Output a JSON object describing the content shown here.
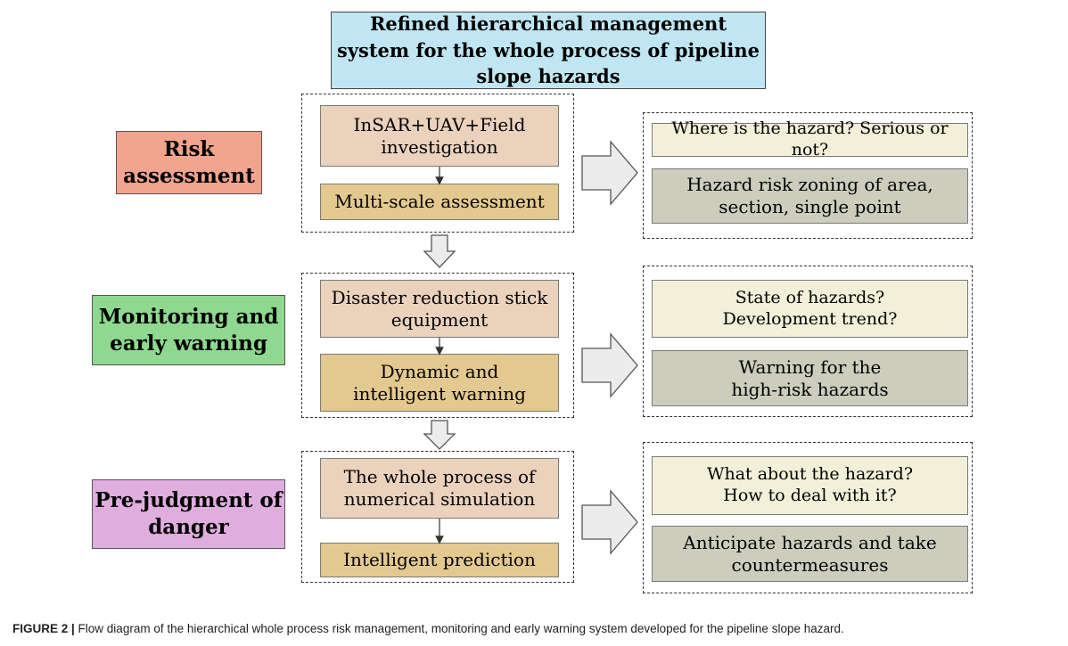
{
  "title": "Refined hierarchical management system for the whole process of pipeline slope hazards",
  "colors": {
    "title_bg": "#bfe6f2",
    "risk_bg": "#f2a48f",
    "monitor_bg": "#8ed98f",
    "prejudge_bg": "#dfaede",
    "step_top_bg": "#ead2bd",
    "step_bottom_bg": "#e3c98f",
    "question_bg": "#f2f0d8",
    "answer_bg": "#cdcdbe"
  },
  "stages": [
    {
      "label": "Risk\nassessment",
      "step_top": "InSAR+UAV+Field\ninvestigation",
      "step_bottom": "Multi-scale assessment",
      "question": "Where is the hazard? Serious or not?",
      "answer": "Hazard risk zoning of area,\nsection, single point"
    },
    {
      "label": "Monitoring and\nearly warning",
      "step_top": "Disaster reduction stick\nequipment",
      "step_bottom": "Dynamic  and\nintelligent  warning",
      "question": "State of hazards?\nDevelopment trend?",
      "answer": "Warning for the\nhigh-risk hazards"
    },
    {
      "label": "Pre-judgment of\ndanger",
      "step_top": "The whole process of\nnumerical simulation",
      "step_bottom": "Intelligent prediction",
      "question": "What about the hazard?\nHow to deal with it?",
      "answer": "Anticipate hazards and take\ncountermeasures"
    }
  ],
  "caption": {
    "label": "FIGURE 2 |",
    "text": " Flow diagram of the hierarchical whole process risk management, monitoring and early warning system developed for the pipeline slope hazard."
  }
}
